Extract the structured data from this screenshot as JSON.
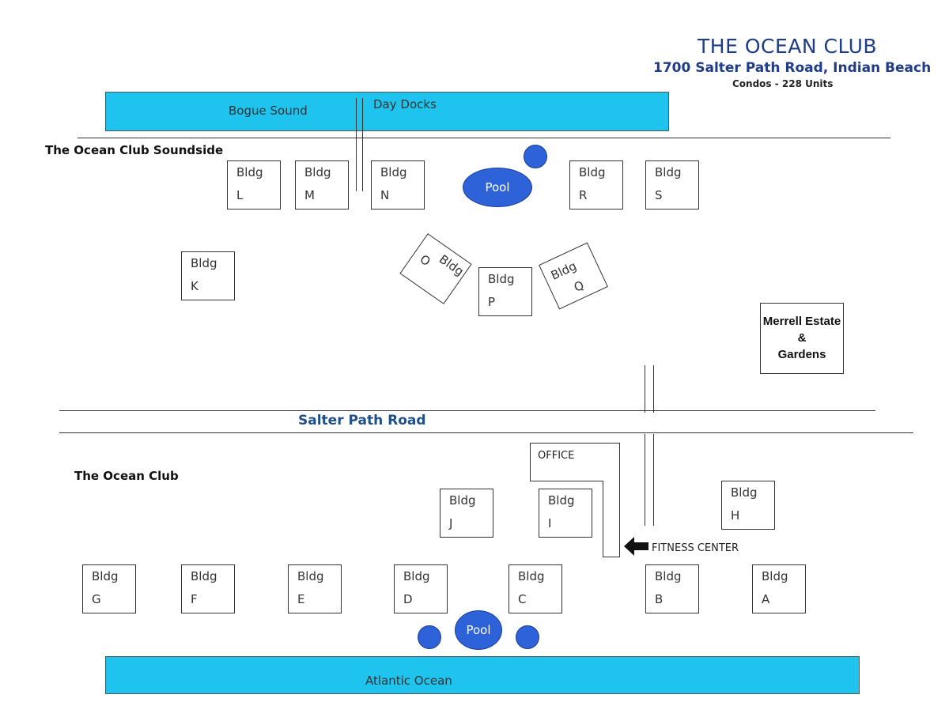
{
  "header": {
    "title": "THE OCEAN  CLUB",
    "address": "1700 Salter Path Road, Indian Beach",
    "units": "Condos - 228 Units"
  },
  "water": {
    "sound": "Bogue Sound",
    "docks": "Day Docks",
    "ocean": "Atlantic Ocean",
    "color": "#1ec3ee"
  },
  "sections": {
    "soundside": "The Ocean Club Soundside",
    "oceanside": "The Ocean Club"
  },
  "road": "Salter Path Road",
  "pool_label": "Pool",
  "pool_color": "#2d62d8",
  "bldg_word": "Bldg",
  "buildings": {
    "L": "L",
    "M": "M",
    "N": "N",
    "R": "R",
    "S": "S",
    "K": "K",
    "O": "O",
    "P": "P",
    "Q": "Q",
    "J": "J",
    "I": "I",
    "H": "H",
    "G": "G",
    "F": "F",
    "E": "E",
    "D": "D",
    "C": "C",
    "B": "B",
    "A": "A"
  },
  "landmarks": {
    "merrell_line1": "Merrell Estate &",
    "merrell_line2": "Gardens",
    "office": "OFFICE",
    "fitness": "FITNESS CENTER"
  },
  "icons": {
    "fitness_arrow": "arrow-left-icon"
  }
}
